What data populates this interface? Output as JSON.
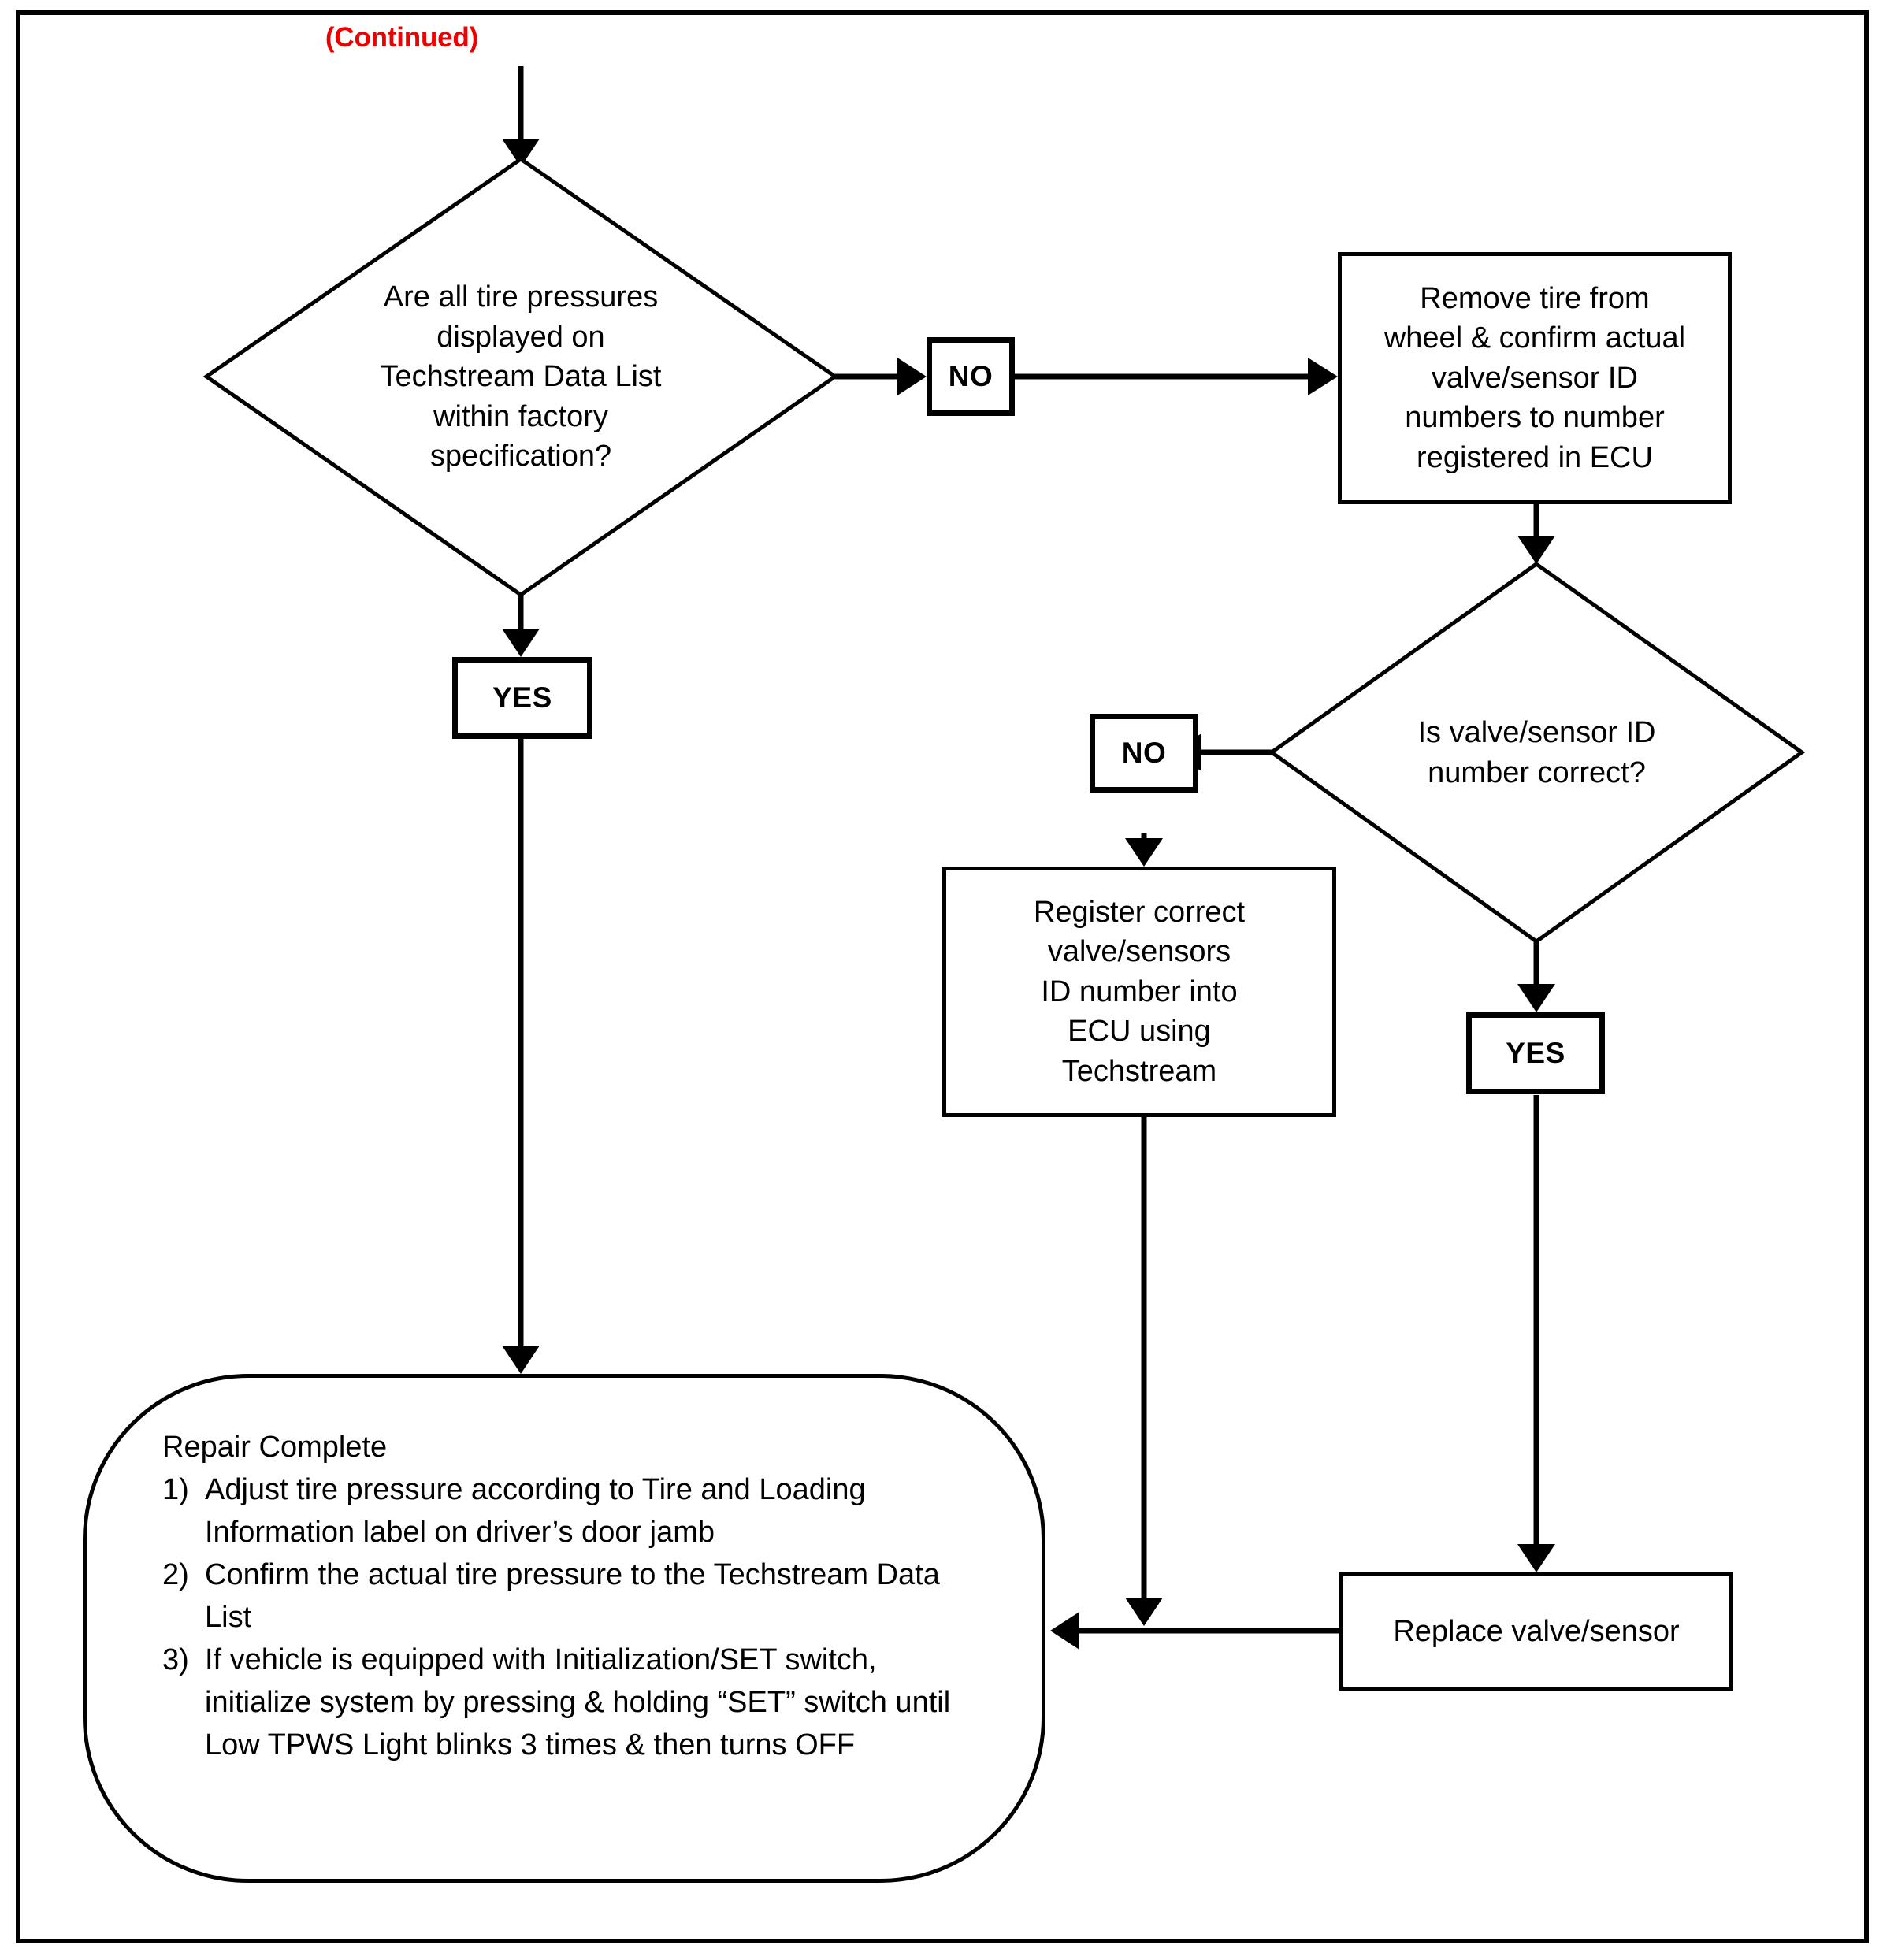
{
  "meta": {
    "title": "TPWS Diagnostic Flowchart (Continued)",
    "accent_red": "#ee0000",
    "line_color": "#000000",
    "background": "#ffffff"
  },
  "continued_label": "(Continued)",
  "nodes": {
    "decision_tire_pressure": {
      "type": "decision",
      "text": "Are all tire pressures displayed on Techstream Data List within factory specification?",
      "lines": [
        "Are all tire pressures",
        "displayed on",
        "Techstream Data List",
        "within factory",
        "specification?"
      ]
    },
    "no_label_1": {
      "type": "branch-label",
      "text": "NO"
    },
    "yes_label_1": {
      "type": "branch-label",
      "text": "YES"
    },
    "remove_tire": {
      "type": "process",
      "text": "Remove tire from wheel & confirm actual valve/sensor ID numbers to number registered in ECU",
      "lines": [
        "Remove tire from",
        "wheel & confirm actual",
        "valve/sensor ID",
        "numbers to number",
        "registered in ECU"
      ]
    },
    "decision_valve_id": {
      "type": "decision",
      "text": "Is valve/sensor ID number correct?",
      "lines": [
        "Is valve/sensor ID",
        "number correct?"
      ]
    },
    "no_label_2": {
      "type": "branch-label",
      "text": "NO"
    },
    "yes_label_2": {
      "type": "branch-label",
      "text": "YES"
    },
    "register_valve": {
      "type": "process",
      "text": "Register correct valve/sensors ID number into ECU using Techstream",
      "lines": [
        "Register correct",
        "valve/sensors",
        "ID number into",
        "ECU using",
        "Techstream"
      ]
    },
    "replace_valve": {
      "type": "process",
      "text": "Replace valve/sensor",
      "lines": [
        "Replace valve/sensor"
      ]
    },
    "repair_complete": {
      "type": "terminator",
      "heading": "Repair Complete",
      "steps": [
        {
          "number": "1)",
          "text": "Adjust tire pressure according to Tire and Loading Information label on driver’s door jamb"
        },
        {
          "number": "2)",
          "text": "Confirm the actual tire pressure to the Techstream Data List"
        },
        {
          "number": "3)",
          "text": "If vehicle is equipped with Initialization/SET switch, initialize system by pressing & holding “SET” switch until Low TPWS Light blinks 3 times & then turns OFF"
        }
      ]
    }
  }
}
